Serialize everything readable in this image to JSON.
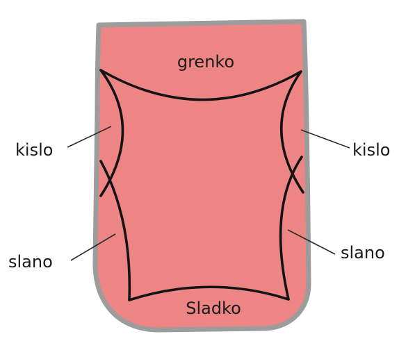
{
  "colors": {
    "tongue_fill": "#ee8585",
    "tongue_outline": "#9c9c9c",
    "region_lines": "#141414",
    "leader_lines": "#2a2a2a",
    "text": "#1a1a1a",
    "background": "#ffffff"
  },
  "labels": {
    "top": "grenko",
    "bottom": "Sladko",
    "left_upper": "kislo",
    "right_upper": "kislo",
    "left_lower": "slano",
    "right_lower": "slano"
  }
}
